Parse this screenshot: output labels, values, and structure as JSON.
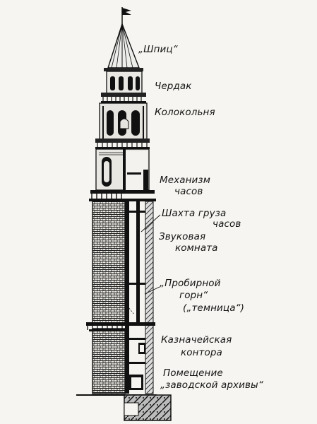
{
  "labels": {
    "spire": "„Шпиц“",
    "attic": "Чердак",
    "belfry": "Колокольня",
    "clock_mechanism_1": "Механизм",
    "clock_mechanism_2": "часов",
    "weight_shaft_1": "Шахта груза",
    "weight_shaft_2": "часов",
    "sound_room_1": "Звуковая",
    "sound_room_2": "комната",
    "assay_furnace_1": "„Пробирной",
    "assay_furnace_2": "горн“",
    "assay_furnace_3": "(„темница“)",
    "treasury_1": "Казначейская",
    "treasury_2": "контора",
    "archive_1": "Помещение",
    "archive_2": "„заводской архивы“"
  },
  "colors": {
    "ink": "#141414",
    "paper": "#f6f5f1"
  }
}
